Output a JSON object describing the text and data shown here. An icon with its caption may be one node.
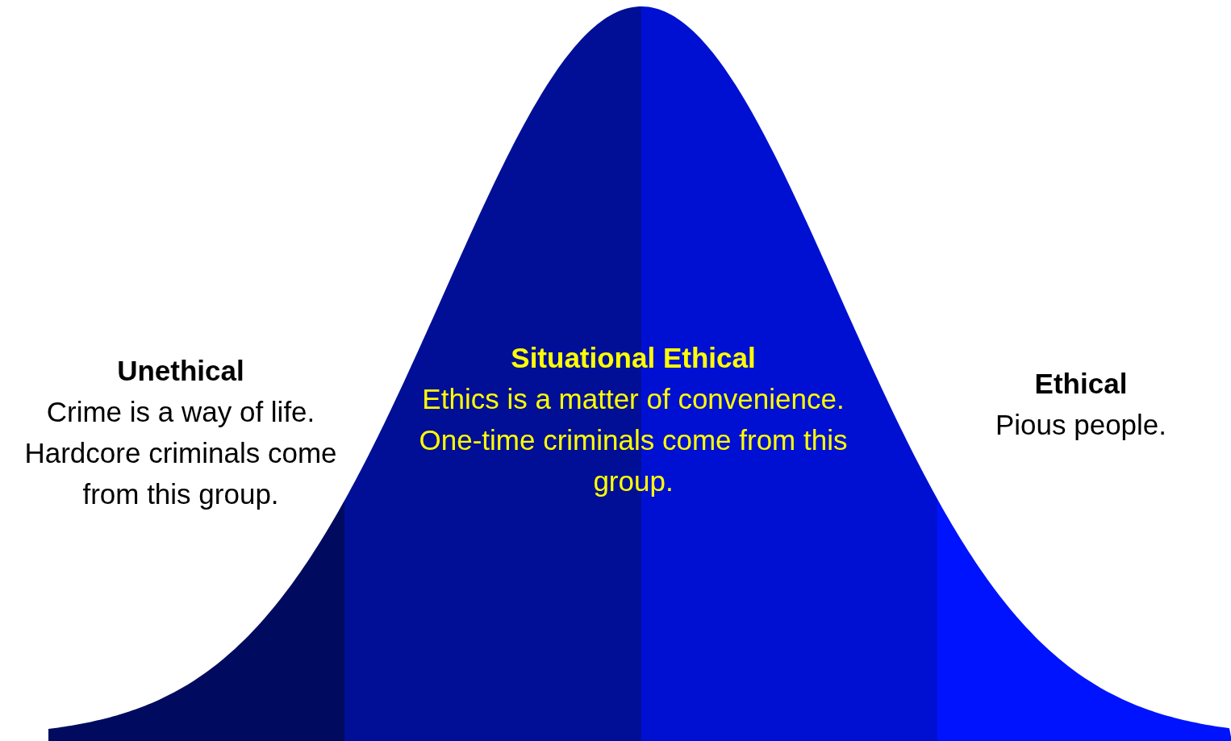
{
  "diagram": {
    "labels": [
      "Unethical",
      "Crime is a way of life.",
      "Hardcore criminals come from this group.",
      "Situational Ethical",
      "Ethics is a matter of convenience.",
      "One-time criminals come from this group.",
      "Ethical",
      "Pious people."
    ]
  }
}
